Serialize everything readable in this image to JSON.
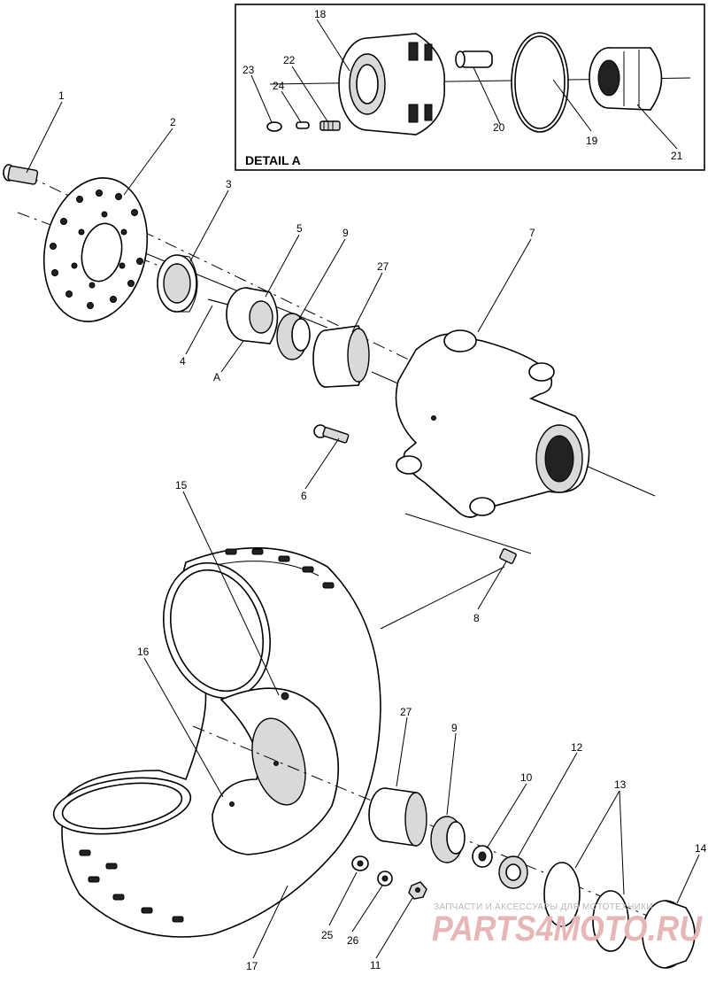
{
  "detail": {
    "title": "DETAIL A"
  },
  "labels": {
    "p1": "1",
    "p2": "2",
    "p3": "3",
    "p4": "4",
    "p5": "5",
    "p6": "6",
    "p7": "7",
    "p8": "8",
    "p9a": "9",
    "p9b": "9",
    "p10": "10",
    "p11": "11",
    "p12": "12",
    "p13": "13",
    "p14": "14",
    "p15": "15",
    "p16": "16",
    "p17": "17",
    "p18": "18",
    "p19": "19",
    "p20": "20",
    "p21": "21",
    "p22": "22",
    "p23": "23",
    "p24": "24",
    "p25": "25",
    "p26": "26",
    "p27a": "27",
    "p27b": "27",
    "pA": "A"
  },
  "watermark": {
    "line1": "ЗАПЧАСТИ И АКСЕССУАРЫ ДЛЯ МОТОТЕХНИКИ",
    "line2": "PARTS4MOTO.RU"
  },
  "colors": {
    "ink": "#000000",
    "paper": "#ffffff",
    "watermark": "#e7b7b7"
  }
}
